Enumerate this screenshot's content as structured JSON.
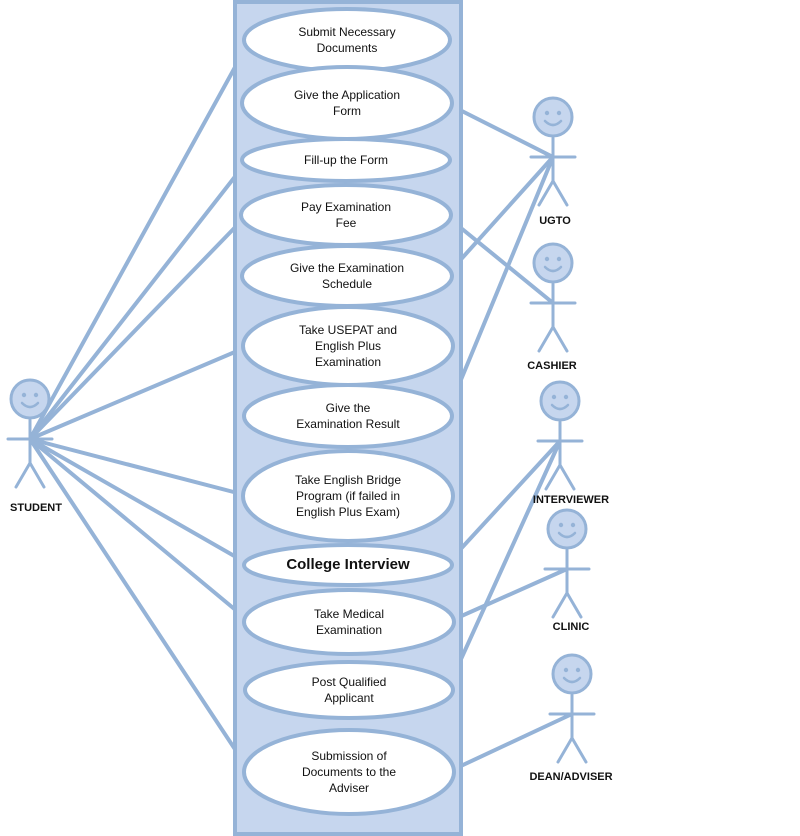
{
  "colors": {
    "line": "#95B3D7",
    "boundary_fill": "#C6D6EE",
    "boundary_stroke": "#95B3D7",
    "ellipse_fill": "#ffffff",
    "ellipse_stroke": "#95B3D7",
    "actor_fill": "#C6D6EE",
    "actor_stroke": "#95B3D7",
    "text": "#111111"
  },
  "actors": [
    {
      "id": "student",
      "label": "STUDENT"
    },
    {
      "id": "ugto",
      "label": "UGTO"
    },
    {
      "id": "cashier",
      "label": "CASHIER"
    },
    {
      "id": "interviewer",
      "label": "INTERVIEWER"
    },
    {
      "id": "clinic",
      "label": "CLINIC"
    },
    {
      "id": "dean",
      "label": "DEAN/ADVISER"
    }
  ],
  "use_cases": [
    {
      "id": "submit-documents",
      "lines": [
        "Submit Necessary",
        "Documents"
      ]
    },
    {
      "id": "give-application-form",
      "lines": [
        "Give the Application",
        "Form"
      ]
    },
    {
      "id": "fill-up-form",
      "lines": [
        "Fill-up the Form"
      ]
    },
    {
      "id": "pay-examination-fee",
      "lines": [
        "Pay Examination",
        "Fee"
      ]
    },
    {
      "id": "give-examination-schedule",
      "lines": [
        "Give the Examination",
        "Schedule"
      ]
    },
    {
      "id": "take-usepat",
      "lines": [
        "Take USEPAT and",
        "English Plus",
        "Examination"
      ]
    },
    {
      "id": "give-examination-result",
      "lines": [
        "Give the",
        "Examination Result"
      ]
    },
    {
      "id": "take-english-bridge",
      "lines": [
        "Take English Bridge",
        "Program (if failed in",
        "English Plus Exam)"
      ]
    },
    {
      "id": "college-interview",
      "lines": [
        "College Interview"
      ],
      "emphasis": true
    },
    {
      "id": "take-medical",
      "lines": [
        "Take Medical",
        "Examination"
      ]
    },
    {
      "id": "post-qualified",
      "lines": [
        "Post Qualified",
        "Applicant"
      ]
    },
    {
      "id": "submission-to-adviser",
      "lines": [
        "Submission of",
        "Documents to the",
        "Adviser"
      ]
    }
  ],
  "associations": [
    [
      "student",
      "submit-documents"
    ],
    [
      "student",
      "fill-up-form"
    ],
    [
      "student",
      "pay-examination-fee"
    ],
    [
      "student",
      "take-usepat"
    ],
    [
      "student",
      "take-english-bridge"
    ],
    [
      "student",
      "college-interview"
    ],
    [
      "student",
      "take-medical"
    ],
    [
      "student",
      "submission-to-adviser"
    ],
    [
      "ugto",
      "give-application-form"
    ],
    [
      "ugto",
      "give-examination-schedule"
    ],
    [
      "ugto",
      "give-examination-result"
    ],
    [
      "cashier",
      "pay-examination-fee"
    ],
    [
      "interviewer",
      "college-interview"
    ],
    [
      "interviewer",
      "post-qualified"
    ],
    [
      "clinic",
      "take-medical"
    ],
    [
      "dean",
      "submission-to-adviser"
    ]
  ]
}
